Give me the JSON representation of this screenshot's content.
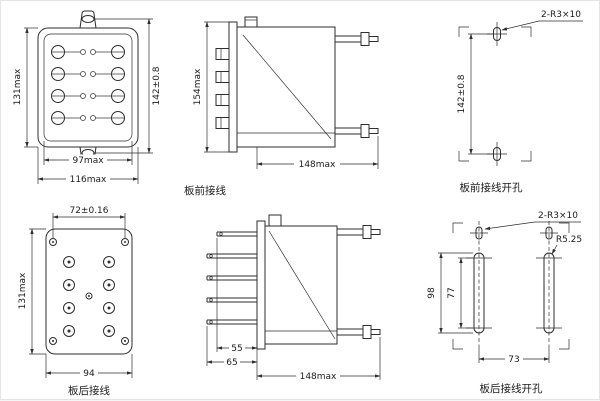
{
  "views": {
    "front_view": {
      "dim_height_body": "131max",
      "dim_height_holes": "142±0.8",
      "dim_width_inner": "97max",
      "dim_width_outer": "116max"
    },
    "front_side_view": {
      "dim_height": "154max",
      "dim_depth": "148max",
      "caption": "板前接线"
    },
    "front_drill_view": {
      "callout_holes": "2-R3×10",
      "dim_hole_spacing": "142±0.8",
      "caption": "板前接线开孔"
    },
    "rear_view": {
      "dim_hole_span": "72±0.16",
      "dim_height_body": "131max",
      "dim_width_outer": "94",
      "caption": "板后接线"
    },
    "rear_side_view": {
      "dim_pin_short": "55",
      "dim_pin_long": "65",
      "dim_depth": "148max"
    },
    "rear_drill_view": {
      "callout_holes": "2-R3×10",
      "callout_radius": "R5.25",
      "dim_slot_outer": "98",
      "dim_slot_inner": "77",
      "dim_slot_spacing": "73",
      "caption": "板后接线开孔"
    }
  }
}
